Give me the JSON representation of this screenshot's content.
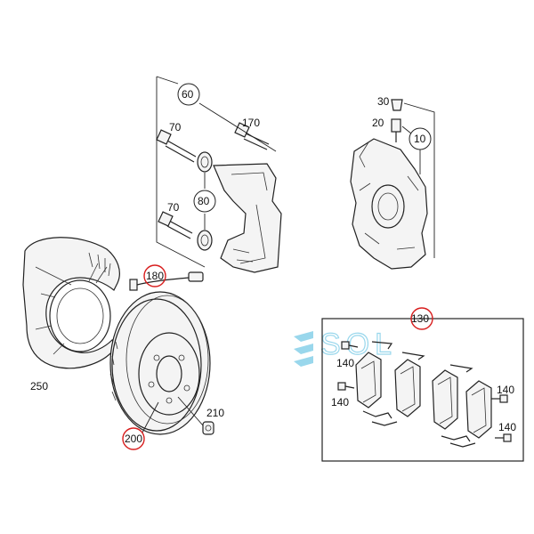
{
  "watermark": {
    "text": "SOL",
    "color": "#8fd3ea"
  },
  "highlight_color": "#d81e1e",
  "callouts": {
    "c10": "10",
    "c20": "20",
    "c30": "30",
    "c60": "60",
    "c70a": "70",
    "c70b": "70",
    "c80": "80",
    "c130": "130",
    "c140a": "140",
    "c140b": "140",
    "c140c": "140",
    "c140d": "140",
    "c170": "170",
    "c180": "180",
    "c200": "200",
    "c210": "210",
    "c250": "250"
  },
  "highlighted_callouts": [
    "180",
    "200",
    "130"
  ]
}
